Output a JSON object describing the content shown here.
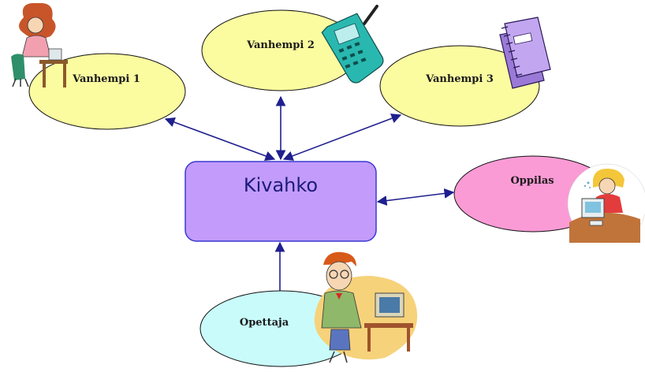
{
  "center": {
    "label": "Kivahko",
    "fill": "#c39bfb",
    "stroke": "#3a3ad0"
  },
  "nodes": {
    "parent1": {
      "label": "Vanhempi 1",
      "fill": "#fbfba0"
    },
    "parent2": {
      "label": "Vanhempi 2",
      "fill": "#fbfba0"
    },
    "parent3": {
      "label": "Vanhempi 3",
      "fill": "#fbfba0"
    },
    "student": {
      "label": "Oppilas",
      "fill": "#fb9bd6"
    },
    "teacher": {
      "label": "Opettaja",
      "fill": "#c9fbfb"
    }
  },
  "connector_color": "#1f1f8f",
  "icons": {
    "parent1": "woman-at-desk-icon",
    "parent2": "mobile-phone-icon",
    "parent3": "notebook-icon",
    "student": "student-at-computer-icon",
    "teacher": "teacher-at-computer-icon"
  }
}
